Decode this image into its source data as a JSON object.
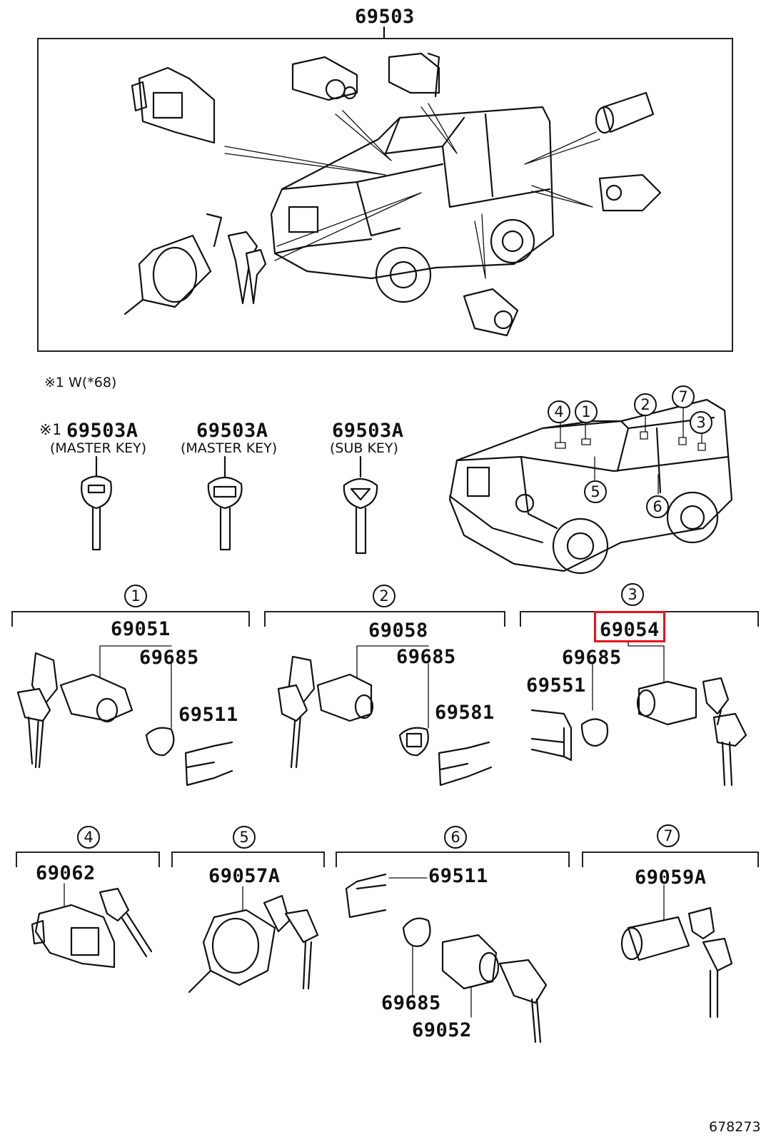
{
  "top": {
    "assembly_label": "69503"
  },
  "note": "※1 W(*68)",
  "keys": [
    {
      "prefix": "※1",
      "label": "69503A",
      "sub": "(MASTER KEY)"
    },
    {
      "prefix": "",
      "label": "69503A",
      "sub": "(MASTER KEY)"
    },
    {
      "prefix": "",
      "label": "69503A",
      "sub": "(SUB KEY)"
    }
  ],
  "locator_markers": [
    "4",
    "1",
    "2",
    "7",
    "3",
    "5",
    "6"
  ],
  "groups": [
    {
      "number": "1",
      "main": "69051",
      "parts": [
        "69685",
        "69511"
      ]
    },
    {
      "number": "2",
      "main": "69058",
      "parts": [
        "69685",
        "69581"
      ]
    },
    {
      "number": "3",
      "main": "69054",
      "parts": [
        "69685",
        "69551"
      ],
      "highlighted": true
    },
    {
      "number": "4",
      "main": "69062",
      "parts": []
    },
    {
      "number": "5",
      "main": "69057A",
      "parts": []
    },
    {
      "number": "6",
      "main": "69052",
      "parts": [
        "69511",
        "69685"
      ]
    },
    {
      "number": "7",
      "main": "69059A",
      "parts": []
    }
  ],
  "footer_code": "678273",
  "colors": {
    "highlight": "#e8131b",
    "line": "#111111"
  }
}
